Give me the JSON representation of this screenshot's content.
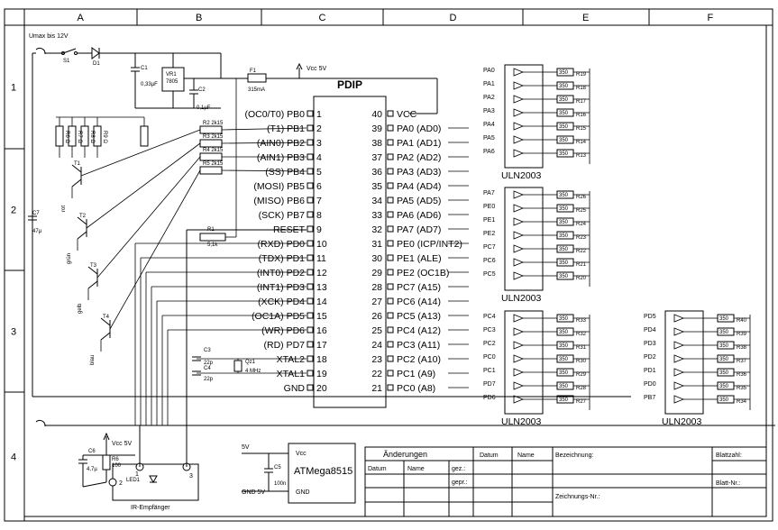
{
  "border": {
    "columns": [
      "A",
      "B",
      "C",
      "D",
      "E",
      "F"
    ],
    "rows": [
      "1",
      "2",
      "3",
      "4"
    ]
  },
  "supply": {
    "umax": "Umax bis 12V",
    "switch": "S1",
    "diode": "D1",
    "c1": "C1",
    "c1_val": "0,33µF",
    "vr": "VR1",
    "vr_val": "7805",
    "c2": "C2",
    "c2_val": "0,1µF",
    "fuse": "F1",
    "fuse_val": "315mA",
    "vcc": "Vcc 5V",
    "c7": "C7",
    "c7_val": "47µ"
  },
  "chip": {
    "title": "PDIP",
    "left_pins": [
      {
        "label": "(OC0/T0) PB0",
        "num": "1"
      },
      {
        "label": "(T1) PB1",
        "num": "2"
      },
      {
        "label": "(AIN0) PB2",
        "num": "3"
      },
      {
        "label": "(AIN1) PB3",
        "num": "4"
      },
      {
        "label": "(SS) PB4",
        "num": "5"
      },
      {
        "label": "(MOSI) PB5",
        "num": "6"
      },
      {
        "label": "(MISO) PB6",
        "num": "7"
      },
      {
        "label": "(SCK) PB7",
        "num": "8"
      },
      {
        "label": "RESET",
        "num": "9"
      },
      {
        "label": "(RXD) PD0",
        "num": "10"
      },
      {
        "label": "(TDX) PD1",
        "num": "11"
      },
      {
        "label": "(INT0) PD2",
        "num": "12"
      },
      {
        "label": "(INT1) PD3",
        "num": "13"
      },
      {
        "label": "(XCK) PD4",
        "num": "14"
      },
      {
        "label": "(OC1A) PD5",
        "num": "15"
      },
      {
        "label": "(WR) PD6",
        "num": "16"
      },
      {
        "label": "(RD) PD7",
        "num": "17"
      },
      {
        "label": "XTAL2",
        "num": "18"
      },
      {
        "label": "XTAL1",
        "num": "19"
      },
      {
        "label": "GND",
        "num": "20"
      }
    ],
    "right_pins": [
      {
        "label": "VCC",
        "num": "40"
      },
      {
        "label": "PA0 (AD0)",
        "num": "39"
      },
      {
        "label": "PA1 (AD1)",
        "num": "38"
      },
      {
        "label": "PA2 (AD2)",
        "num": "37"
      },
      {
        "label": "PA3 (AD3)",
        "num": "36"
      },
      {
        "label": "PA4 (AD4)",
        "num": "35"
      },
      {
        "label": "PA5 (AD5)",
        "num": "34"
      },
      {
        "label": "PA6 (AD6)",
        "num": "33"
      },
      {
        "label": "PA7 (AD7)",
        "num": "32"
      },
      {
        "label": "PE0 (ICP/INT2)",
        "num": "31"
      },
      {
        "label": "PE1 (ALE)",
        "num": "30"
      },
      {
        "label": "PE2 (OC1B)",
        "num": "29"
      },
      {
        "label": "PC7 (A15)",
        "num": "28"
      },
      {
        "label": "PC6 (A14)",
        "num": "27"
      },
      {
        "label": "PC5 (A13)",
        "num": "26"
      },
      {
        "label": "PC4 (A12)",
        "num": "25"
      },
      {
        "label": "PC3 (A11)",
        "num": "24"
      },
      {
        "label": "PC2 (A10)",
        "num": "23"
      },
      {
        "label": "PC1 (A9)",
        "num": "22"
      },
      {
        "label": "PC0 (A8)",
        "num": "21"
      }
    ]
  },
  "left_parts": {
    "res_labels": [
      "R2",
      "R3",
      "R4",
      "R5"
    ],
    "res_val": "2k15",
    "led_res_labels": [
      "R6",
      "R7",
      "R8",
      "R9"
    ],
    "led_res_val": "Ω",
    "transistors": [
      "T1",
      "T2",
      "T3",
      "T4"
    ],
    "colors": [
      "rot",
      "grün",
      "gelb",
      "blau"
    ],
    "r1": "R1",
    "r1_val": "5,1k",
    "c3": "C3",
    "c3_val": "22p",
    "c4": "C4",
    "c4_val": "22p",
    "q1": "Qz1",
    "q1_val": "4 MHz"
  },
  "uln": {
    "chip_label": "ULN2003",
    "res_val": "350",
    "blocks": [
      {
        "inputs": [
          "PA0",
          "PA1",
          "PA2",
          "PA3",
          "PA4",
          "PA5",
          "PA6"
        ],
        "resistors": [
          "R19",
          "R18",
          "R17",
          "R16",
          "R15",
          "R14",
          "R13"
        ]
      },
      {
        "inputs": [
          "PA7",
          "PE0",
          "PE1",
          "PE2",
          "PC7",
          "PC6",
          "PC5"
        ],
        "resistors": [
          "R26",
          "R25",
          "R24",
          "R23",
          "R22",
          "R21",
          "R20"
        ]
      },
      {
        "inputs": [
          "PC4",
          "PC3",
          "PC2",
          "PC0",
          "PC1",
          "PD7",
          "PD6"
        ],
        "resistors": [
          "R33",
          "R32",
          "R31",
          "R30",
          "R29",
          "R28",
          "R27"
        ]
      },
      {
        "inputs": [
          "PD5",
          "PD4",
          "PD3",
          "PD2",
          "PD1",
          "PD0",
          "PB7"
        ],
        "resistors": [
          "R40",
          "R39",
          "R38",
          "R37",
          "R36",
          "R35",
          "R34"
        ]
      }
    ]
  },
  "ir": {
    "vcc": "Vcc 5V",
    "c6": "C6",
    "c6_val": "4,7µ",
    "r6": "R6",
    "r6_val": "100",
    "led": "LED1",
    "title": "IR-Empfänger"
  },
  "mini": {
    "v5": "5V",
    "vcc": "Vcc",
    "c5": "C5",
    "c5_val": "100n",
    "gnd5": "GND 5V",
    "gnd": "GND",
    "name": "ATMega8515"
  },
  "title_block": {
    "changes": "Änderungen",
    "datum": "Datum",
    "name": "Name",
    "gez": "gez.:",
    "gepr": "gepr.:",
    "bezeichnung": "Bezeichnung:",
    "zeichnungs_nr": "Zeichnungs-Nr.:",
    "blattzahl": "Blattzahl:",
    "blatt_nr": "Blatt-Nr.:"
  }
}
